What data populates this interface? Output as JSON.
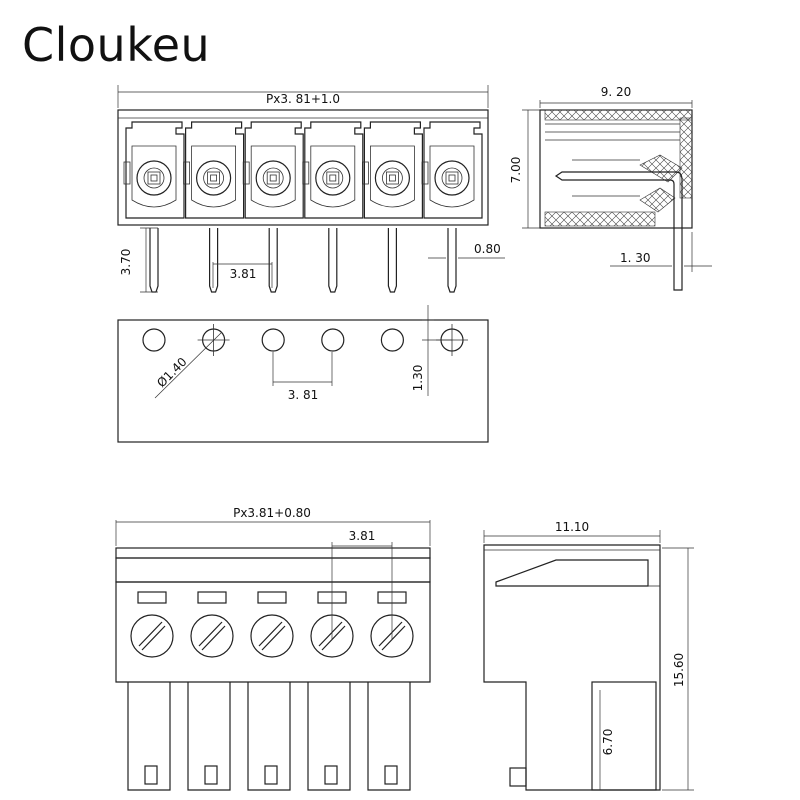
{
  "brand": "Cloukeu",
  "header_top": {
    "pitch_formula": "Px3. 81+1.0",
    "pin_length": "3.70",
    "pitch": "3.81",
    "pin_width": "0.80"
  },
  "header_side": {
    "depth": "9. 20",
    "height": "7.00",
    "pin_offset": "1. 30"
  },
  "pcb_layout": {
    "hole_diameter": "Ø1.40",
    "pitch": "3. 81",
    "row_offset": "1.30"
  },
  "plug_front": {
    "pitch_formula": "Px3.81+0.80",
    "pitch": "3.81"
  },
  "plug_side": {
    "depth": "11.10",
    "height": "15.60",
    "lower_height": "6.70"
  }
}
